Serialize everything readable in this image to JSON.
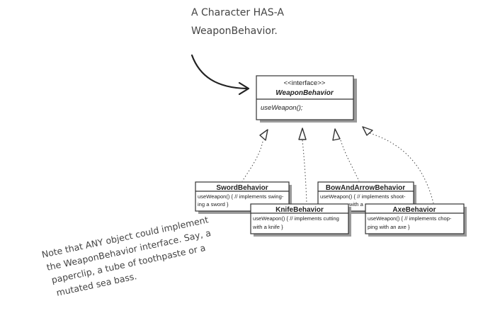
{
  "annotations": {
    "top_line1": "A Character HAS-A",
    "top_line2": "WeaponBehavior.",
    "note_lines": [
      "Note that ANY object could implement",
      "the WeaponBehavior interface.  Say, a",
      "paperclip, a tube of toothpaste or a",
      "mutated sea bass."
    ]
  },
  "interface": {
    "stereotype": "<<interface>>",
    "name": "WeaponBehavior",
    "method": "useWeapon();"
  },
  "classes": {
    "sword": {
      "name": "SwordBehavior",
      "line1": "useWeapon() { // implements swing-",
      "line2": "ing a sword }"
    },
    "bow": {
      "name": "BowAndArrowBehavior",
      "line1": "useWeapon() { // implements shoot-",
      "line2": "with a"
    },
    "knife": {
      "name": "KnifeBehavior",
      "line1": "useWeapon() { // implements cutting",
      "line2": "with a knife }"
    },
    "axe": {
      "name": "AxeBehavior",
      "line1": "useWeapon() { // implements chop-",
      "line2": "ping with an axe }"
    }
  },
  "colors": {
    "line": "#333333",
    "handwriting": "#444444",
    "shadow": "#9a9a9a"
  }
}
